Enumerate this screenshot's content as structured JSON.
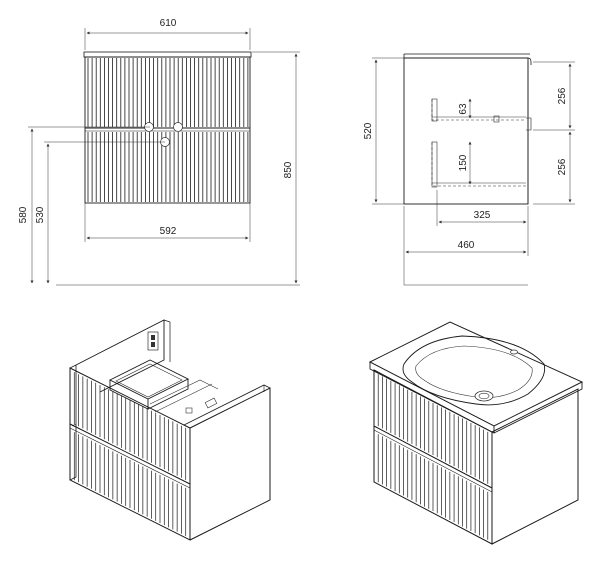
{
  "dimensions": {
    "top_width": "610",
    "body_width": "592",
    "total_height": "850",
    "height_580": "580",
    "height_530": "530",
    "side_height": "520",
    "upper_drawer": "256",
    "lower_drawer": "256",
    "upper_inner": "63",
    "lower_inner": "150",
    "inner_depth": "325",
    "depth": "460"
  },
  "colors": {
    "line": "#1a1a1a",
    "dim": "#333333",
    "background": "#ffffff"
  }
}
